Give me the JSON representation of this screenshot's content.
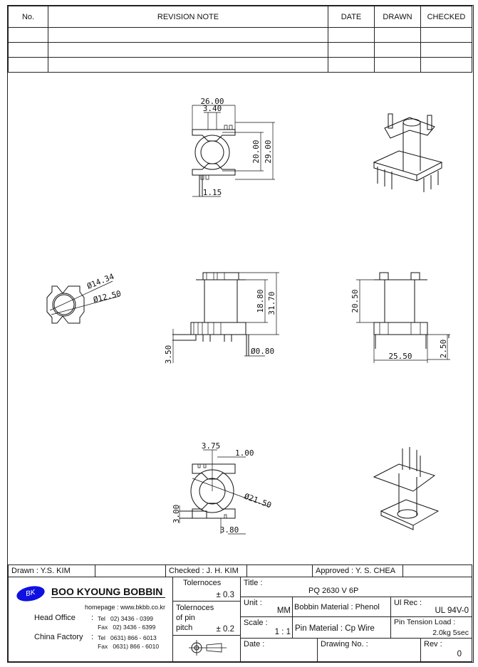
{
  "revision_table": {
    "headers": [
      "No.",
      "REVISION NOTE",
      "DATE",
      "DRAWN",
      "CHECKED"
    ],
    "rows": [
      [
        "",
        "",
        "",
        "",
        ""
      ],
      [
        "",
        "",
        "",
        "",
        ""
      ],
      [
        "",
        "",
        "",
        "",
        ""
      ]
    ]
  },
  "drawings": {
    "top_view": {
      "dims": [
        "26.00",
        "3.40",
        "20.00",
        "29.00",
        "1.15"
      ]
    },
    "end_view": {
      "dims": [
        "Ø14.34",
        "Ø12.50"
      ]
    },
    "front_view": {
      "dims": [
        "18.80",
        "31.70",
        "3.50",
        "Ø0.80"
      ]
    },
    "side_view": {
      "dims": [
        "20.50",
        "25.50",
        "2.50"
      ]
    },
    "bottom_view": {
      "dims": [
        "3.75",
        "1.00",
        "Ø21.50",
        "3.00",
        "3.80"
      ]
    }
  },
  "signoff": {
    "drawn": "Drawn : Y.S. KIM",
    "checked": "Checked : J. H. KIM",
    "approved": "Approved : Y. S. CHEA"
  },
  "company": {
    "logo_text": "BK",
    "name": "BOO KYOUNG BOBBIN",
    "homepage": "homepage : www.bkbb.co.kr",
    "head_office_label": "Head Office",
    "head_tel": "Tel   02) 3436 - 0399",
    "head_fax": "Fax   02) 3436 - 6399",
    "factory_label": "China Factory",
    "factory_tel": "Tel   0631) 866 - 6013",
    "factory_fax": "Fax   0631) 866 - 6010",
    "colon": ":",
    "logo_color": "#1010e0"
  },
  "tolerances": {
    "general_label": "Tolernoces",
    "general_value": "± 0.3",
    "pin_label_1": "Tolernoces",
    "pin_label_2": "of pin",
    "pin_label_3": "pitch",
    "pin_value": "± 0.2"
  },
  "title_block": {
    "title_label": "Title :",
    "title_value": "PQ 2630 V 6P",
    "unit_label": "Unit :",
    "unit_value": "MM",
    "bobbin_material": "Bobbin Material : Phenol",
    "ul_label": "Ul Rec :",
    "ul_value": "UL 94V-0",
    "scale_label": "Scale :",
    "scale_value": "1 : 1",
    "pin_material": "Pin Material : Cp Wire",
    "pin_tension_label": "Pin Tension Load :",
    "pin_tension_value": "2.0kg 5sec",
    "date_label": "Date :",
    "drawing_no_label": "Drawing No.  :",
    "rev_label": "Rev :",
    "rev_value": "0"
  }
}
